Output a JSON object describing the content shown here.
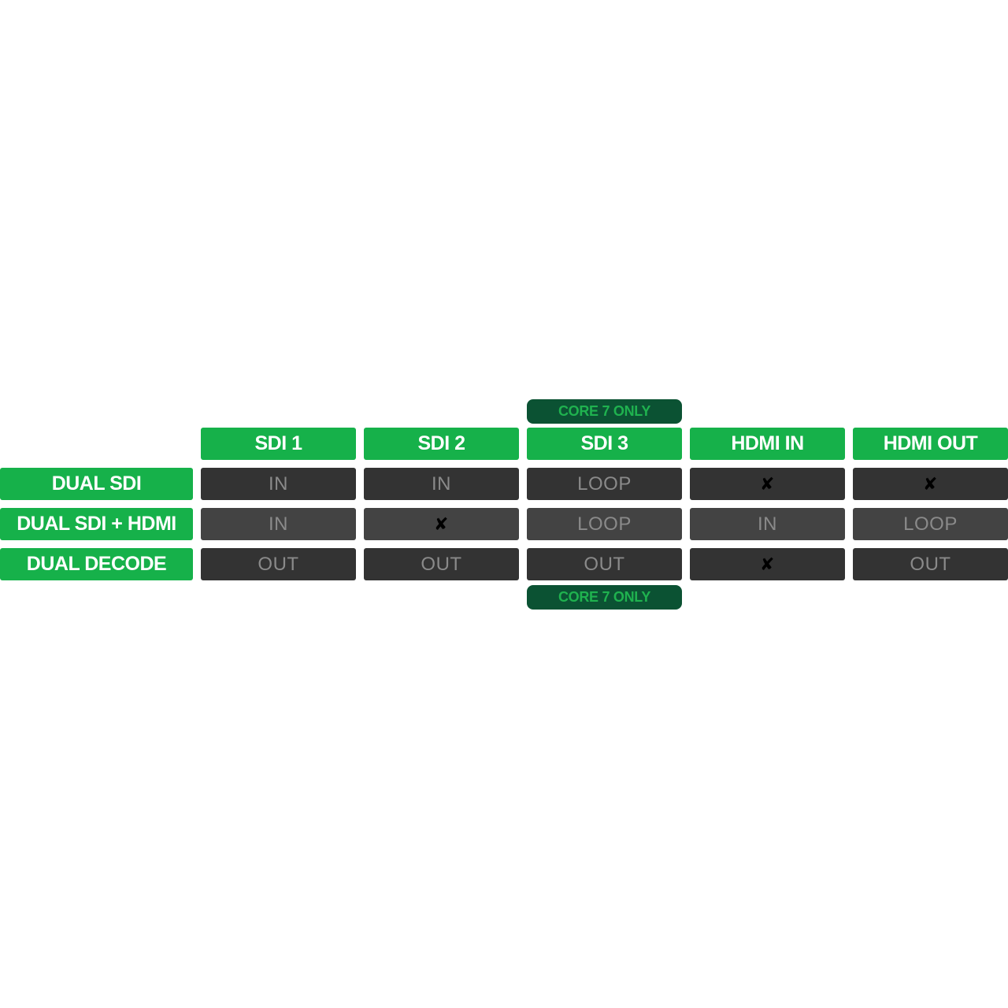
{
  "columns": [
    "SDI 1",
    "SDI 2",
    "SDI 3",
    "HDMI IN",
    "HDMI OUT"
  ],
  "core_note_top": "CORE 7 ONLY",
  "core_note_bottom": "CORE 7 ONLY",
  "rows": [
    {
      "label": "DUAL SDI",
      "cells": [
        "IN",
        "IN",
        "LOOP",
        "✘",
        "✘"
      ]
    },
    {
      "label": "DUAL SDI + HDMI",
      "cells": [
        "IN",
        "✘",
        "LOOP",
        "IN",
        "LOOP"
      ]
    },
    {
      "label": "DUAL DECODE",
      "cells": [
        "OUT",
        "OUT",
        "OUT",
        "✘",
        "OUT"
      ]
    }
  ],
  "colors": {
    "header_green": "#16b14a",
    "note_dark_green": "#0b5233",
    "note_text_green": "#1fb24f",
    "cell_dark": "#333333",
    "cell_mid": "#434343",
    "cell_text": "#8a8a8a"
  }
}
